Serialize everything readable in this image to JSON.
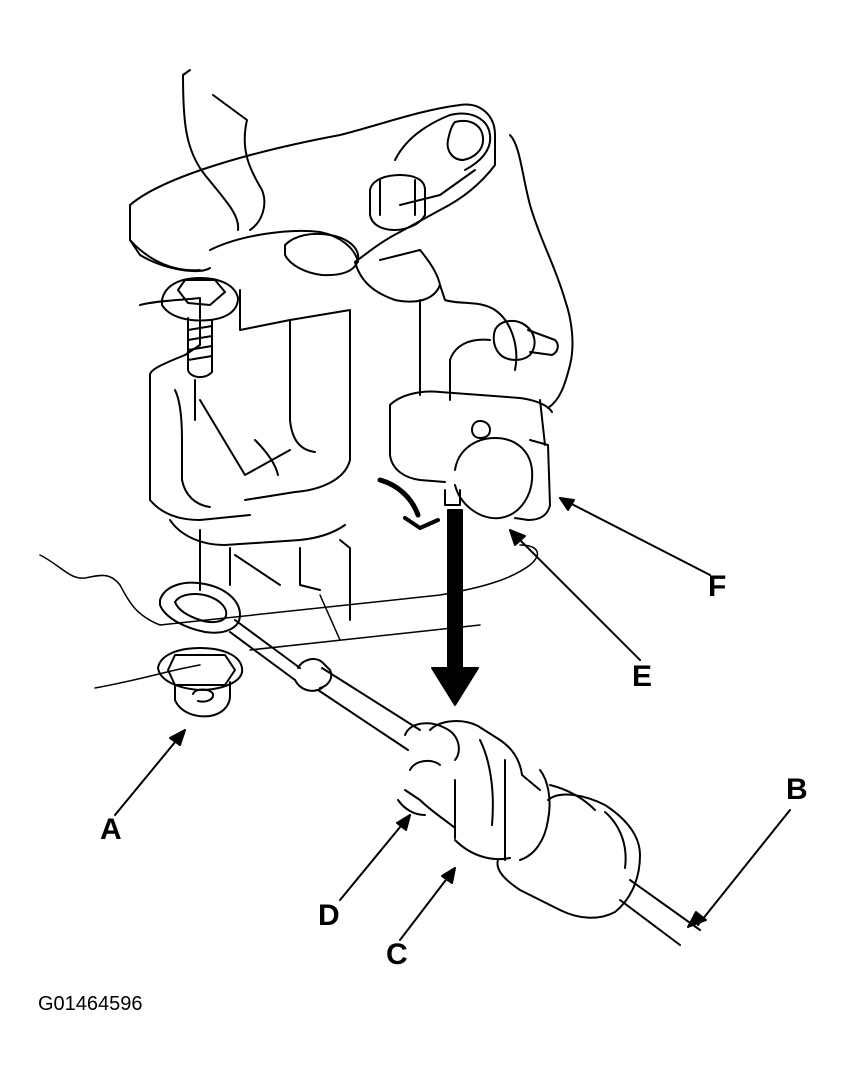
{
  "labels": {
    "a": "A",
    "b": "B",
    "c": "C",
    "d": "D",
    "e": "E",
    "f": "F"
  },
  "figure_id": "G01464596",
  "colors": {
    "line": "#000000",
    "background": "#ffffff"
  }
}
